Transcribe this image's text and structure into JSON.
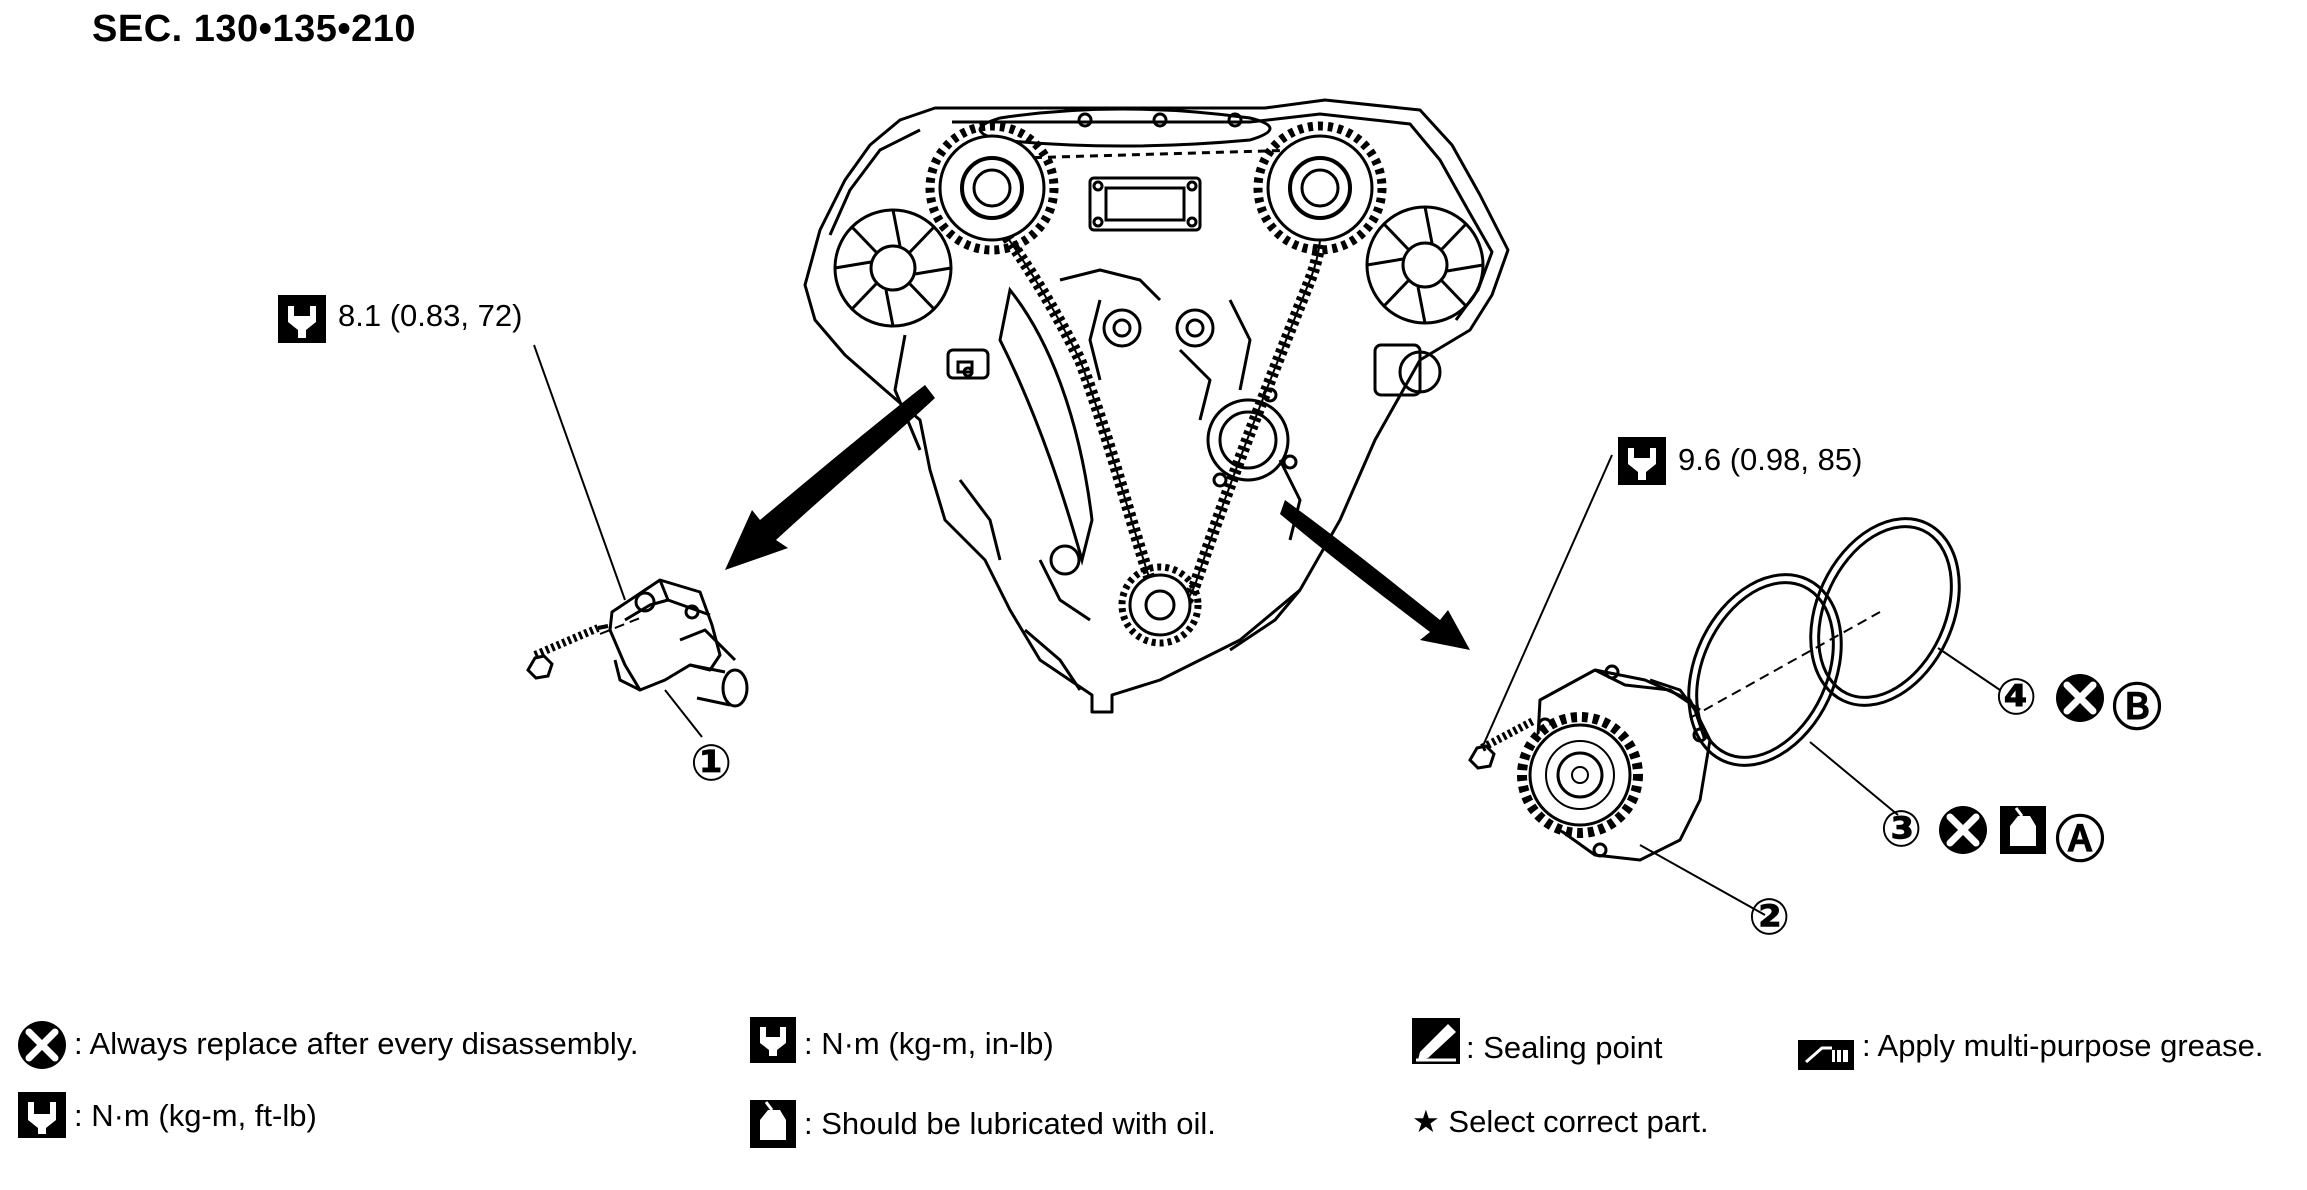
{
  "header": {
    "section": "SEC. 130•135•210"
  },
  "callouts": {
    "torque_1": "8.1 (0.83, 72)",
    "torque_2": "9.6 (0.98, 85)",
    "part_1": "①",
    "part_2": "②",
    "part_3": "③",
    "part_4": "④",
    "mark_a": "Ⓐ",
    "mark_b": "Ⓑ"
  },
  "legend": {
    "replace": ": Always replace after every disassembly.",
    "torque_inlb": ": N·m (kg-m, in-lb)",
    "sealing": ": Sealing point",
    "grease": ": Apply multi-purpose grease.",
    "torque_ftlb": ": N·m (kg-m, ft-lb)",
    "oil": ": Should be lubricated with oil.",
    "select": "★ Select correct part."
  },
  "icons": {
    "replace": "x-circle-icon",
    "torque_inlb": "wrench-box-filled-icon",
    "torque_ftlb": "wrench-box-outline-icon",
    "oil": "oil-can-icon",
    "sealing": "sealing-pen-icon",
    "grease": "grease-gun-icon"
  }
}
